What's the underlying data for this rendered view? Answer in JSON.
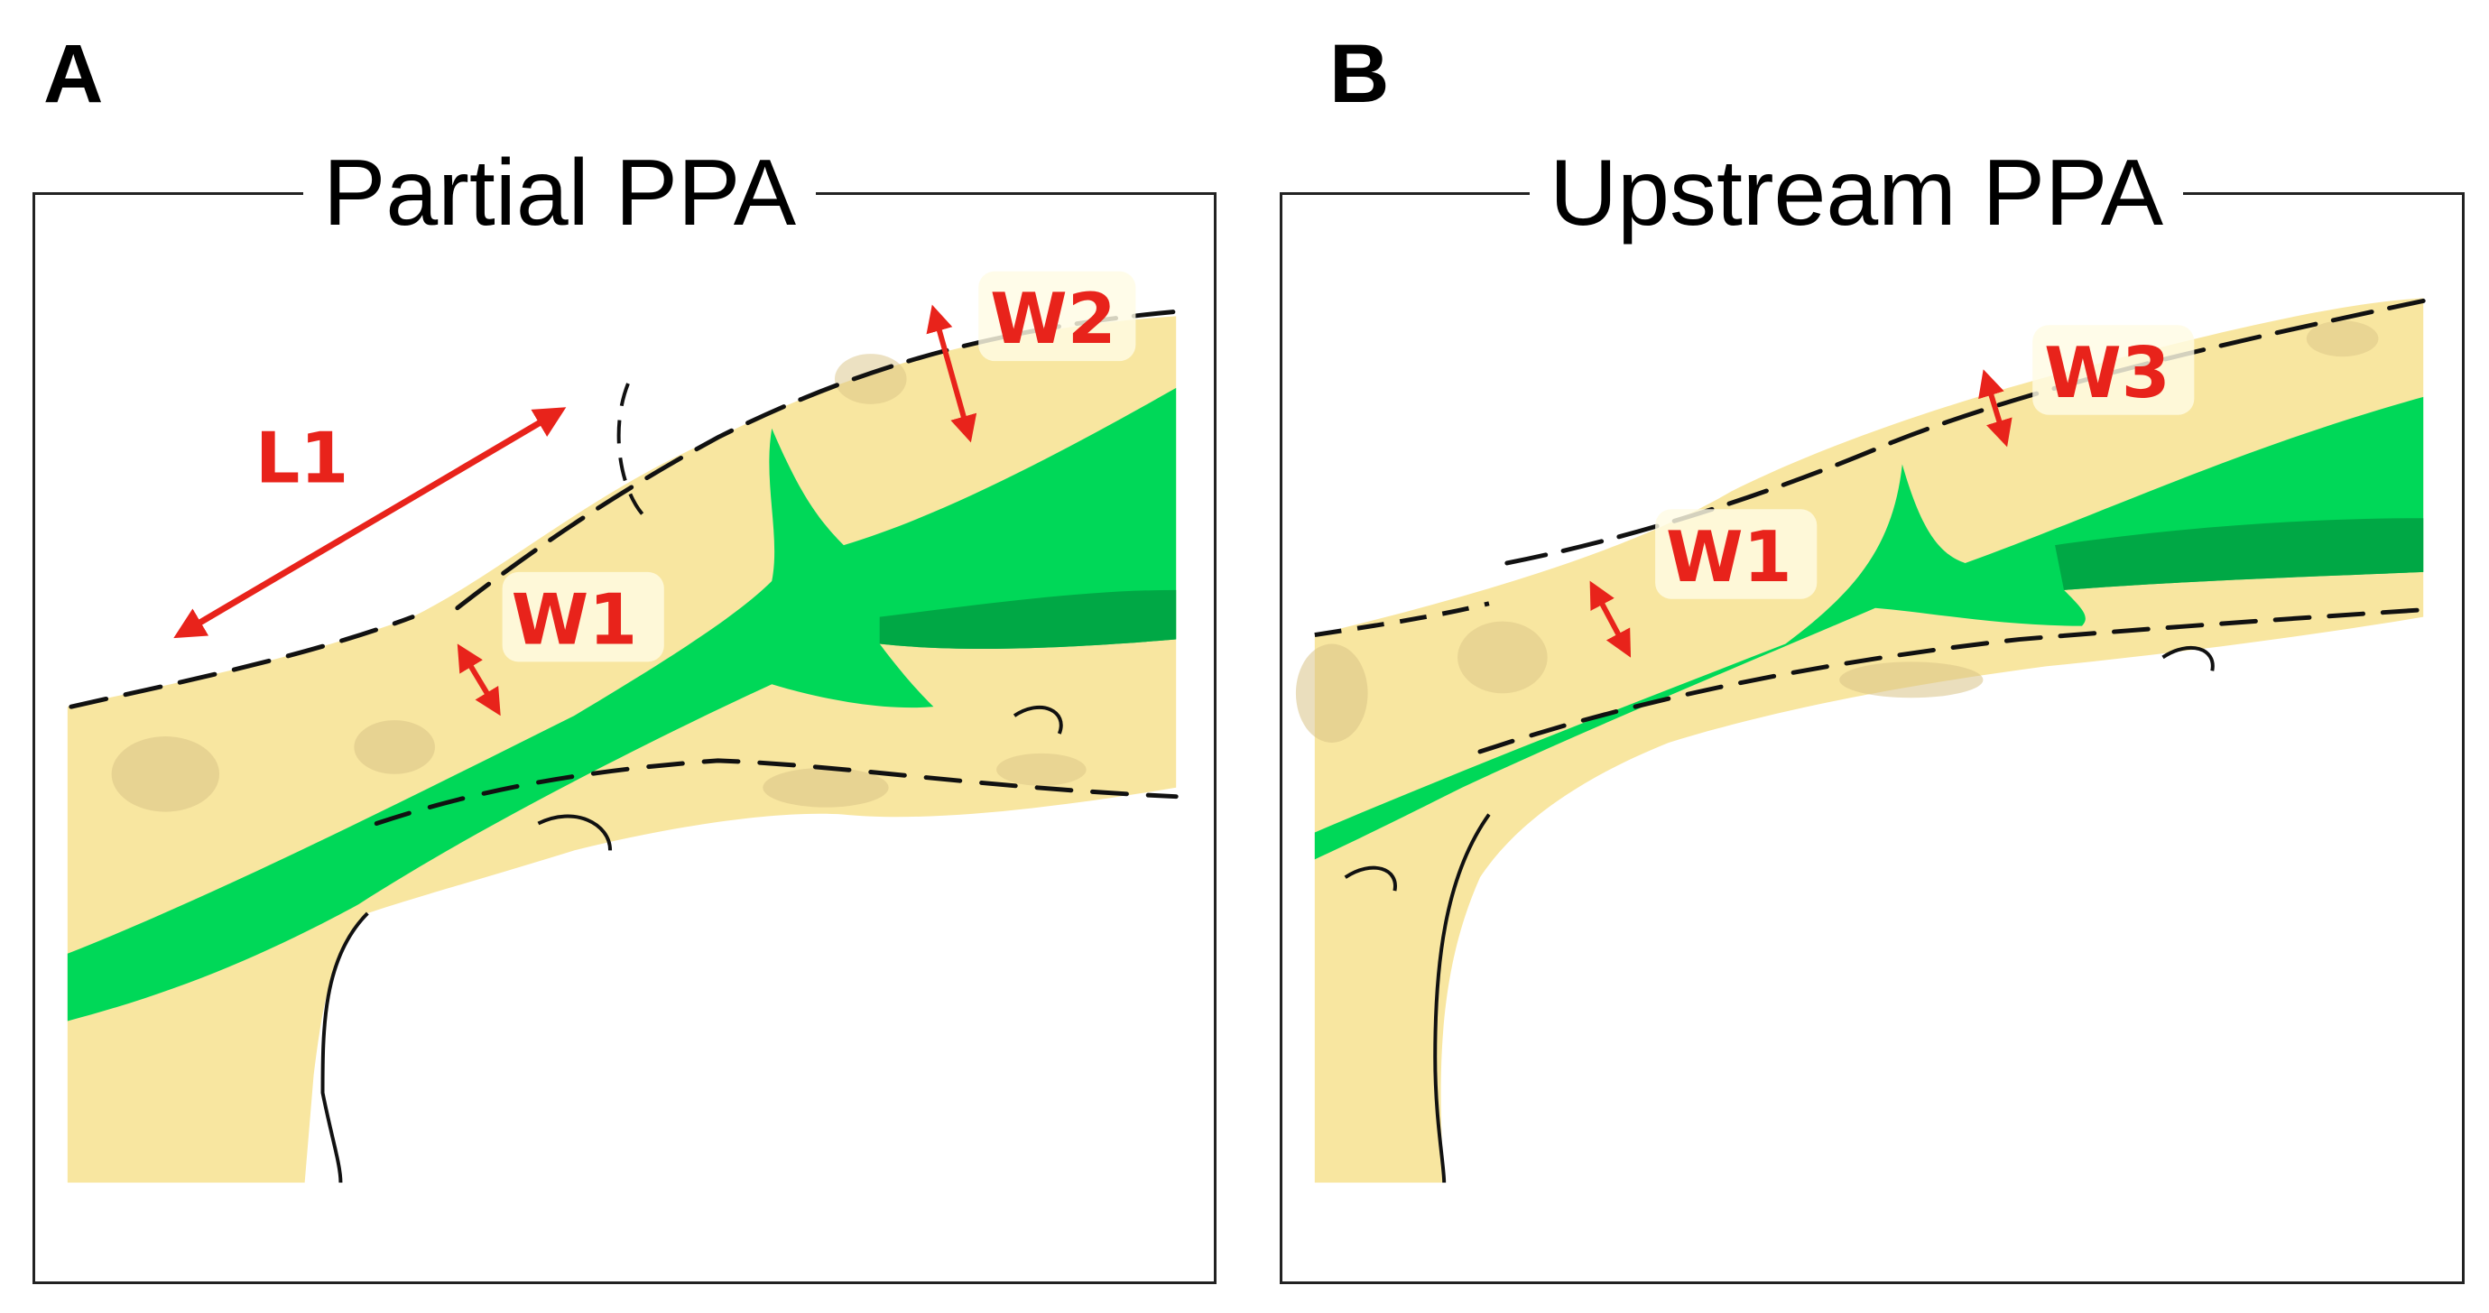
{
  "panels": [
    {
      "letter": "A",
      "title": "Partial PPA",
      "labels": {
        "l1": "L1",
        "w1": "W1",
        "w2": "W2"
      }
    },
    {
      "letter": "B",
      "title": "Upstream PPA",
      "labels": {
        "w1": "W1",
        "w3": "W3"
      }
    }
  ],
  "colors": {
    "tissue": "#f8e6a0",
    "tissue_shadow": "#d9c386",
    "vessel": "#00d858",
    "vessel_dark": "#00a845",
    "outline": "#111111",
    "annotation": "#e8231b"
  }
}
